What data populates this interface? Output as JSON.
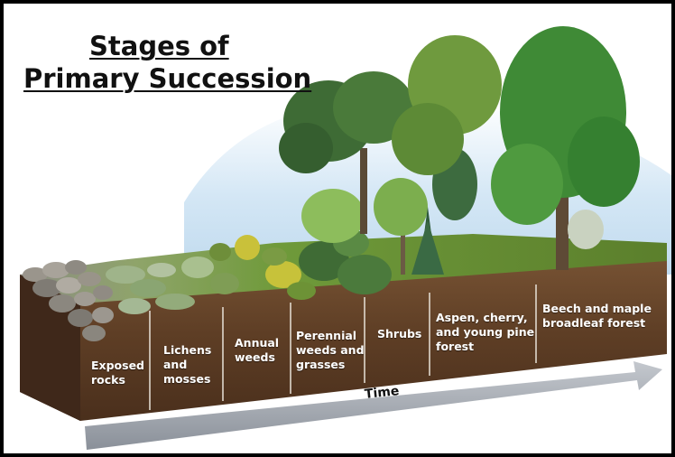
{
  "title": {
    "line1": "Stages of",
    "line2": "Primary Succession"
  },
  "stages": [
    {
      "label": "Exposed\nrocks"
    },
    {
      "label": "Lichens\nand\nmosses"
    },
    {
      "label": "Annual\nweeds"
    },
    {
      "label": "Perennial\nweeds and\ngrasses"
    },
    {
      "label": "Shrubs"
    },
    {
      "label": "Aspen, cherry,\nand young pine\nforest"
    },
    {
      "label": "Beech and maple\nbroadleaf forest"
    }
  ],
  "time_arrow": {
    "label": "Time"
  },
  "colors": {
    "soil_front": "#6e4a2e",
    "soil_dark": "#4a2f1c",
    "grass": "#6f9a3a",
    "arrow": "#9aa0a8",
    "sky": "#cfe4f4"
  }
}
